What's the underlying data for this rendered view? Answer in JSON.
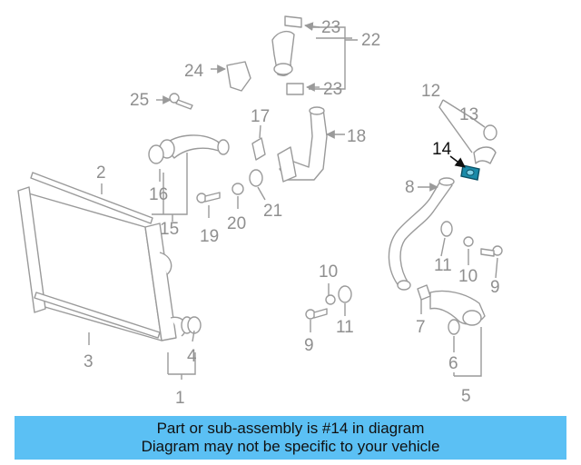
{
  "diagram": {
    "highlight_color": "#1a8aa8",
    "callouts": {
      "c1": "1",
      "c2": "2",
      "c3": "3",
      "c4": "4",
      "c5": "5",
      "c6": "6",
      "c7": "7",
      "c8": "8",
      "c9a": "9",
      "c9b": "9",
      "c10a": "10",
      "c10b": "10",
      "c11a": "11",
      "c11b": "11",
      "c12": "12",
      "c13": "13",
      "c14": "14",
      "c15": "15",
      "c16": "16",
      "c17": "17",
      "c18": "18",
      "c19": "19",
      "c20": "20",
      "c21": "21",
      "c22": "22",
      "c23a": "23",
      "c23b": "23",
      "c24": "24",
      "c25": "25"
    }
  },
  "banner": {
    "line1": "Part or sub-assembly is #14 in diagram",
    "line2": "Diagram may not be specific to your vehicle",
    "background": "#5bc0f4"
  }
}
